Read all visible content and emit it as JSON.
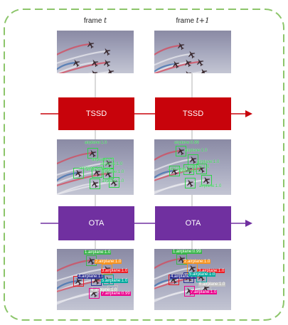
{
  "columns": [
    {
      "title_prefix": "frame ",
      "title_var": "t"
    },
    {
      "title_prefix": "frame ",
      "title_var": "t+1"
    }
  ],
  "stages": {
    "tssd": {
      "label": "TSSD",
      "color": "#c8030b"
    },
    "ota": {
      "label": "OTA",
      "color": "#7030a0"
    }
  },
  "detections": {
    "tssd_t": [
      {
        "text": "airplane:1.0"
      },
      {
        "text": "airplane:1.0"
      },
      {
        "text": "airplane:1.0"
      },
      {
        "text": "airplane:1.0"
      },
      {
        "text": "airplane:1.0"
      },
      {
        "text": "airplane:1.0"
      },
      {
        "text": "airplane:0.99"
      }
    ],
    "tssd_t1": [
      {
        "text": "airplane:0.99"
      },
      {
        "text": "airplane:1.0"
      },
      {
        "text": "airplane:1.0"
      },
      {
        "text": "airplane:1.0"
      },
      {
        "text": "airplane:1.0"
      },
      {
        "text": "airplane:1.0"
      },
      {
        "text": "airplane:1.0"
      }
    ],
    "ota_t": [
      {
        "text": "1.airplane:1.0",
        "color": "#39b54a"
      },
      {
        "text": "2.airplane:1.0",
        "color": "#f7931e"
      },
      {
        "text": "3.airplane:1.0",
        "color": "#ed1c24"
      },
      {
        "text": "4.airplane:1.0",
        "color": "#2e3192"
      },
      {
        "text": "5.airplane:1.0",
        "color": "#00a99d"
      },
      {
        "text": "6.airplane:1.0",
        "color": "#c1c1c1"
      },
      {
        "text": "7.airplane:0.99",
        "color": "#ec008c"
      }
    ],
    "ota_t1": [
      {
        "text": "1.airplane:0.99",
        "color": "#39b54a"
      },
      {
        "text": "2.airplane:1.0",
        "color": "#f7931e"
      },
      {
        "text": "3.airplane:1.0",
        "color": "#ed1c24"
      },
      {
        "text": "4.airplane:1.0",
        "color": "#2e3192"
      },
      {
        "text": "5.airplane:1.0",
        "color": "#00a99d"
      },
      {
        "text": "6.airplane:1.0",
        "color": "#c1c1c1"
      },
      {
        "text": "7.airplane:1.0",
        "color": "#ec008c"
      }
    ]
  },
  "colors": {
    "border": "#8cc56a",
    "connector": "#b3b3b3",
    "tssd_arrow": "#c8030b",
    "ota_arrow": "#7030a0",
    "tssd_label": "#2fd34a"
  }
}
